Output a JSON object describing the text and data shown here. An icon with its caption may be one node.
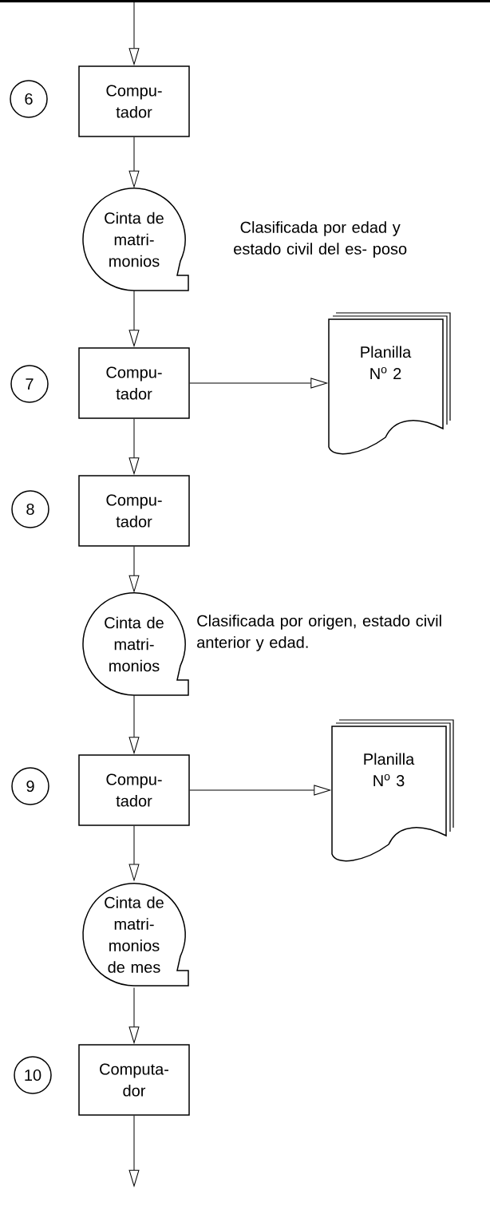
{
  "diagram": {
    "nodes": [
      {
        "text": [
          "6"
        ]
      },
      {
        "text": [
          "Compu- tador"
        ]
      },
      {
        "text": [
          "Cinta de matri- monios"
        ],
        "beside": [
          "Clasificada por edad y estado civil del es- poso"
        ]
      },
      {
        "text": [
          "7"
        ]
      },
      {
        "text": [
          "Compu- tador"
        ]
      },
      {
        "text": [
          "Planilla N$^{o}$ 2"
        ]
      },
      {
        "text": [
          "8"
        ]
      },
      {
        "text": [
          "Compu- tador"
        ]
      },
      {
        "text": [
          "Cinta de matri- monios"
        ],
        "beside": [
          "Clasificada por origen, estado civil anterior y edad."
        ]
      },
      {
        "text": [
          "9"
        ]
      },
      {
        "text": [
          "Compu- tador"
        ]
      },
      {
        "text": [
          "Planilla N$^{o}$ 3"
        ]
      },
      {
        "text": [
          "Cinta de matri- monios de mes"
        ]
      },
      {
        "text": [
          "10"
        ]
      },
      {
        "text": [
          "Computa- dor"
        ]
      }
    ],
    "edges": [
      {
        "from": null,
        "to": 1,
        "arrow": "to"
      },
      {
        "from": 1,
        "to": 2,
        "arrow": "to"
      },
      {
        "from": 2,
        "to": 4,
        "arrow": "to"
      },
      {
        "from": 4,
        "to": 5,
        "arrow": "to"
      },
      {
        "from": 4,
        "to": 7,
        "arrow": "to"
      },
      {
        "from": 7,
        "to": 8,
        "arrow": "to"
      },
      {
        "from": 8,
        "to": 10,
        "arrow": "to"
      },
      {
        "from": 10,
        "to": 11,
        "arrow": "to"
      },
      {
        "from": 10,
        "to": 12,
        "arrow": "to"
      },
      {
        "from": 12,
        "to": 14,
        "arrow": "to"
      },
      {
        "from": 14,
        "to": null,
        "arrow": "to"
      }
    ]
  }
}
